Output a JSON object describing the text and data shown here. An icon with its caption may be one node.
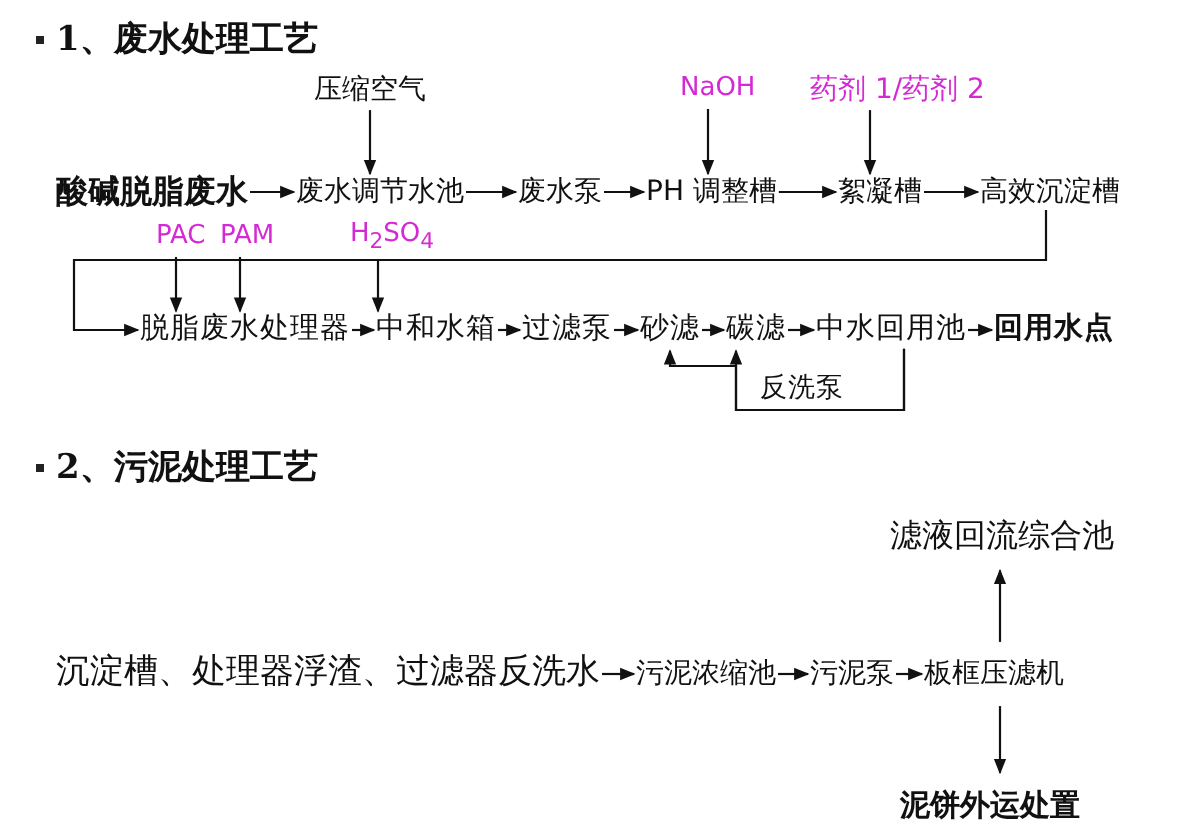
{
  "diagram": {
    "nodes": [
      {
        "text": [
          "酸碱脱脂废水"
        ]
      },
      {
        "text": [
          "废水调节水池"
        ]
      },
      {
        "text": [
          "废水泵"
        ]
      },
      {
        "text": [
          "PH 调整槽"
        ]
      },
      {
        "text": [
          "絮凝槽"
        ]
      },
      {
        "text": [
          "高效沉淀槽"
        ]
      },
      {
        "text": [
          "压缩空气"
        ]
      },
      {
        "text": [
          "NaOH"
        ]
      },
      {
        "text": [
          "药剂 1/药剂 2"
        ]
      },
      {
        "text": [
          "PAC"
        ]
      },
      {
        "text": [
          "PAM"
        ]
      },
      {
        "text": [
          "H$_{2}$SO$_{4}$"
        ]
      },
      {
        "text": [
          "脱脂废水处理器"
        ]
      },
      {
        "text": [
          "中和水箱"
        ]
      },
      {
        "text": [
          "过滤泵"
        ]
      },
      {
        "text": [
          "砂滤"
        ]
      },
      {
        "text": [
          "碳滤"
        ]
      },
      {
        "text": [
          "中水回用池"
        ]
      },
      {
        "text": [
          "回用水点"
        ]
      },
      {
        "text": [
          "沉淀槽、处理器浮渣、过滤器反洗水"
        ]
      },
      {
        "text": [
          "污泥浓缩池"
        ]
      },
      {
        "text": [
          "污泥泵"
        ]
      },
      {
        "text": [
          "板框压滤机"
        ]
      },
      {
        "text": [
          "滤液回流综合池"
        ]
      },
      {
        "text": [
          "泥饼外运处置"
        ]
      }
    ],
    "edges": [
      {
        "from": 0,
        "to": 1,
        "arrow": "to"
      },
      {
        "from": 1,
        "to": 2,
        "arrow": "to"
      },
      {
        "from": 2,
        "to": 3,
        "arrow": "to"
      },
      {
        "from": 3,
        "to": 4,
        "arrow": "to"
      },
      {
        "from": 4,
        "to": 5,
        "arrow": "to"
      },
      {
        "from": 6,
        "to": 1,
        "arrow": "to"
      },
      {
        "from": 7,
        "to": 3,
        "arrow": "to"
      },
      {
        "from": 8,
        "to": 4,
        "arrow": "to"
      },
      {
        "from": 5,
        "to": 12,
        "arrow": "to"
      },
      {
        "from": 9,
        "to": 12,
        "arrow": "to"
      },
      {
        "from": 10,
        "to": 12,
        "arrow": "to"
      },
      {
        "from": 11,
        "to": 13,
        "arrow": "to"
      },
      {
        "from": 12,
        "to": 13,
        "arrow": "to"
      },
      {
        "from": 13,
        "to": 14,
        "arrow": "to"
      },
      {
        "from": 14,
        "to": 15,
        "arrow": "to"
      },
      {
        "from": 15,
        "to": 16,
        "arrow": "to"
      },
      {
        "from": 16,
        "to": 17,
        "arrow": "to"
      },
      {
        "from": 17,
        "to": 18,
        "arrow": "to"
      },
      {
        "from": 17,
        "to": 15,
        "arrow": "to"
      },
      {
        "from": 17,
        "to": 16,
        "arrow": "to",
        "label": "反洗泵"
      },
      {
        "from": 19,
        "to": 20,
        "arrow": "to"
      },
      {
        "from": 20,
        "to": 21,
        "arrow": "to"
      },
      {
        "from": 21,
        "to": 22,
        "arrow": "to"
      },
      {
        "from": 22,
        "to": 23,
        "arrow": "to"
      },
      {
        "from": 22,
        "to": 24,
        "arrow": "to"
      }
    ],
    "labels": [
      "1、废水处理工艺",
      "2、污泥处理工艺"
    ]
  }
}
